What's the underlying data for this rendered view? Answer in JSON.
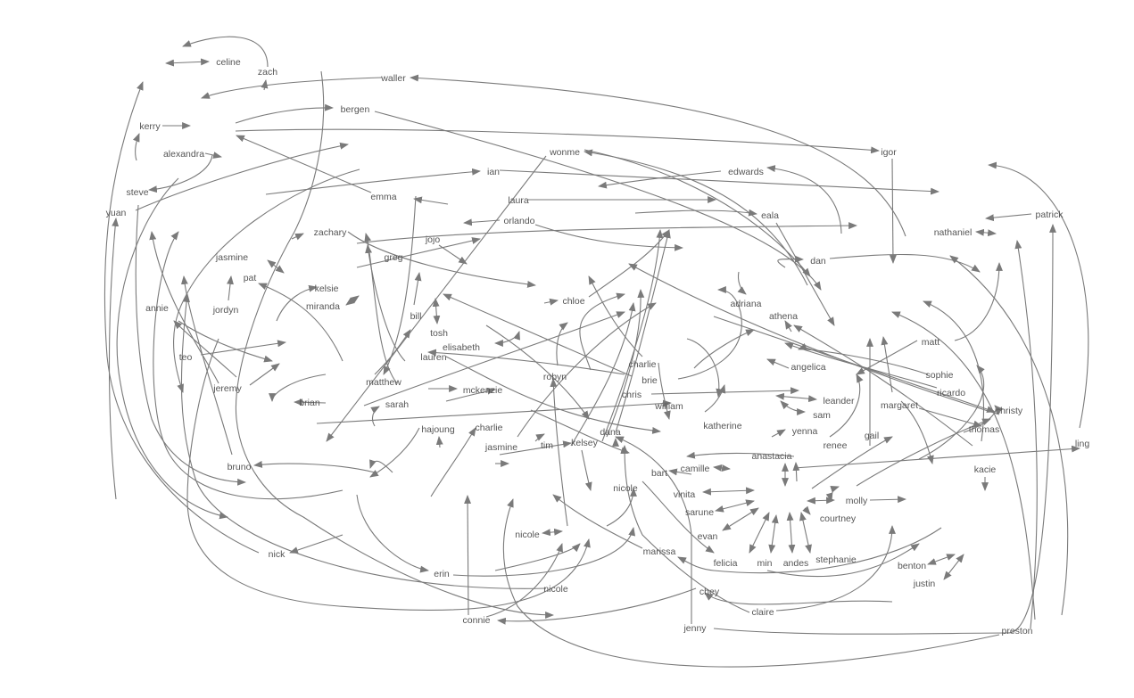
{
  "diagram": {
    "type": "directed-network",
    "colors": {
      "edge": "#7a7a7a",
      "label": "#555555",
      "background": "#ffffff"
    },
    "nodes": [
      "celine",
      "zach",
      "waller",
      "bergen",
      "kerry",
      "alexandra",
      "igor",
      "wonme",
      "steve",
      "edwards",
      "ian",
      "yuan",
      "emma",
      "laura",
      "orlando",
      "eala",
      "patrick",
      "nathaniel",
      "zachary",
      "jojo",
      "jasmine",
      "greg",
      "dan",
      "pat",
      "kelsie",
      "chloe",
      "adriana",
      "miranda",
      "annie",
      "jordyn",
      "athena",
      "bill",
      "tosh",
      "matt",
      "elisabeth",
      "teo",
      "lauren",
      "charlie",
      "angelica",
      "sophie",
      "brie",
      "jeremy",
      "matthew",
      "mckenzie",
      "ricardo",
      "robyn",
      "chris",
      "leander",
      "brian",
      "sarah",
      "william",
      "margaret",
      "christy",
      "sam",
      "katherine",
      "hajoung",
      "charlie",
      "thomas",
      "dana",
      "yenna",
      "renee",
      "gail",
      "jasmine",
      "kelsey",
      "tim",
      "anastacia",
      "ling",
      "bruno",
      "bart",
      "camille",
      "kacie",
      "nicole",
      "vinita",
      "molly",
      "sarune",
      "courtney",
      "evan",
      "nicole",
      "marissa",
      "felicia",
      "min",
      "andes",
      "stephanie",
      "benton",
      "nick",
      "erin",
      "justin",
      "nicole",
      "chey",
      "connie",
      "claire",
      "jenny",
      "preston"
    ]
  }
}
